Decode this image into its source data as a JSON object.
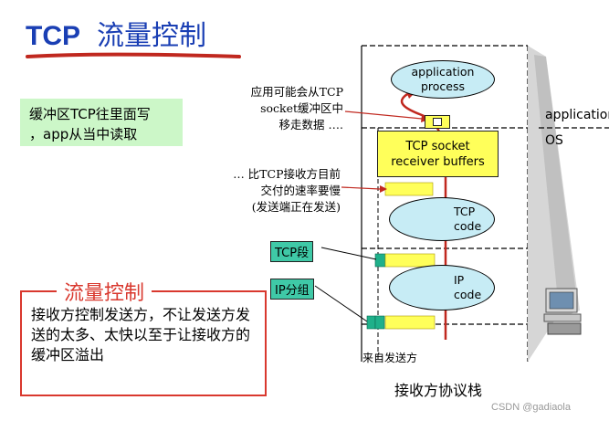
{
  "title": {
    "tcp": "TCP",
    "subtitle": "流量控制"
  },
  "note": {
    "line1": "缓冲区TCP往里面写",
    "line2": "，app从当中读取"
  },
  "flow_control": {
    "title": "流量控制",
    "body": "接收方控制发送方，不让发送方发送的太多、太快以至于让接收方的缓冲区溢出"
  },
  "annotations": {
    "app_read": [
      "应用可能会从TCP",
      "socket缓冲区中",
      "移走数据 …."
    ],
    "slower": [
      "… 比TCP接收方目前",
      "交付的速率要慢",
      "(发送端正在发送)"
    ]
  },
  "stack": {
    "application_process": [
      "application",
      "process"
    ],
    "buffer": [
      "TCP socket",
      "receiver buffers"
    ],
    "tcp_code": [
      "TCP",
      "code"
    ],
    "ip_code": [
      "IP",
      "code"
    ],
    "from_sender": "来自发送方",
    "caption": "接收方协议栈"
  },
  "tags": {
    "tcp_segment": "TCP段",
    "ip_packet": "IP分组"
  },
  "side": {
    "application": "application",
    "os": "OS"
  },
  "watermark": "CSDN @gadiaola",
  "colors": {
    "title": "#1a3fb4",
    "accent_red": "#d9382e",
    "note_bg": "#ccf7c8",
    "buffer": "#ffff5a",
    "code_ellipse": "#c7ecf5",
    "tag": "#3fc9a7"
  }
}
